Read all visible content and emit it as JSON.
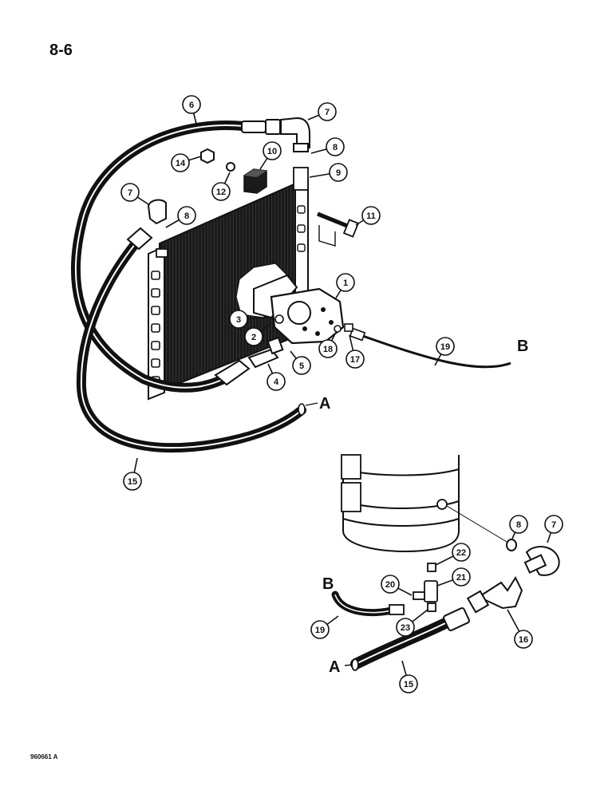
{
  "page": {
    "number": "8-6",
    "code": "960661 A"
  },
  "colors": {
    "ink": "#111111",
    "paper": "#ffffff"
  },
  "callouts": [
    {
      "id": "c1",
      "label": "1"
    },
    {
      "id": "c2",
      "label": "2"
    },
    {
      "id": "c3",
      "label": "3"
    },
    {
      "id": "c4",
      "label": "4"
    },
    {
      "id": "c5",
      "label": "5"
    },
    {
      "id": "c6",
      "label": "6"
    },
    {
      "id": "c7a",
      "label": "7"
    },
    {
      "id": "c7b",
      "label": "7"
    },
    {
      "id": "c7c",
      "label": "7"
    },
    {
      "id": "c8a",
      "label": "8"
    },
    {
      "id": "c8b",
      "label": "8"
    },
    {
      "id": "c8c",
      "label": "8"
    },
    {
      "id": "c9",
      "label": "9"
    },
    {
      "id": "c10",
      "label": "10"
    },
    {
      "id": "c11",
      "label": "11"
    },
    {
      "id": "c12",
      "label": "12"
    },
    {
      "id": "c14",
      "label": "14"
    },
    {
      "id": "c15a",
      "label": "15"
    },
    {
      "id": "c15b",
      "label": "15"
    },
    {
      "id": "c16",
      "label": "16"
    },
    {
      "id": "c17",
      "label": "17"
    },
    {
      "id": "c18",
      "label": "18"
    },
    {
      "id": "c19a",
      "label": "19"
    },
    {
      "id": "c19b",
      "label": "19"
    },
    {
      "id": "c20",
      "label": "20"
    },
    {
      "id": "c21",
      "label": "21"
    },
    {
      "id": "c22",
      "label": "22"
    },
    {
      "id": "c23",
      "label": "23"
    }
  ],
  "letters": [
    {
      "id": "LA1",
      "label": "A"
    },
    {
      "id": "LB1",
      "label": "B"
    },
    {
      "id": "LA2",
      "label": "A"
    },
    {
      "id": "LB2",
      "label": "B"
    }
  ]
}
